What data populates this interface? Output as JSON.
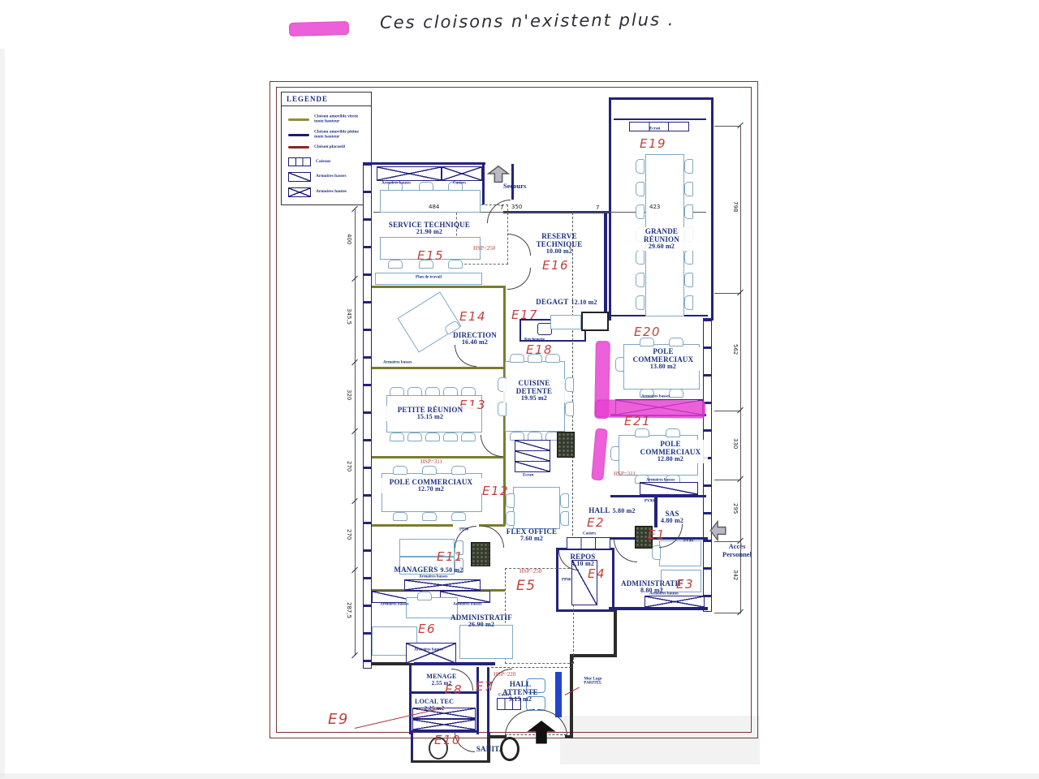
{
  "note": {
    "text": "Ces cloisons n'existent plus .",
    "highlight_color": "#e83fd1"
  },
  "legend": {
    "title": "LEGENDE",
    "items": [
      {
        "label": "Cloison amovible vitrée toute hauteur",
        "swatch": "olive-line"
      },
      {
        "label": "Cloison amovible pleine toute hauteur",
        "swatch": "navy-line"
      },
      {
        "label": "Cloison placostil",
        "swatch": "red-line"
      },
      {
        "label": "Caisson",
        "swatch": "caisson"
      },
      {
        "label": "Armoires basses",
        "swatch": "diagonal-box"
      },
      {
        "label": "Armoires hautes",
        "swatch": "crossed-box"
      }
    ]
  },
  "rooms": {
    "e15": {
      "name": "SERVICE TECHNIQUE",
      "area": "21.90 m2",
      "tag": "E15"
    },
    "e16": {
      "name": "RESERVE TECHNIQUE",
      "area": "10.00 m2",
      "tag": "E16"
    },
    "e19": {
      "name": "GRANDE RÉUNION",
      "area": "29.60 m2",
      "tag": "E19"
    },
    "e17": {
      "name": "DEGAGT",
      "area": "12.10 m2",
      "tag": "E17"
    },
    "e14": {
      "name": "DIRECTION",
      "area": "16.40 m2",
      "tag": "E14"
    },
    "e18": {
      "name": "CUISINE DETENTE",
      "area": "19.95 m2",
      "tag": "E18"
    },
    "e20": {
      "name": "POLE COMMERCIAUX",
      "area": "13.80 m2",
      "tag": "E20"
    },
    "e13": {
      "name": "PETITE RÉUNION",
      "area": "15.15 m2",
      "tag": "E13"
    },
    "e21": {
      "name": "POLE COMMERCIAUX",
      "area": "12.80 m2",
      "tag": "E21"
    },
    "e12": {
      "name": "POLE COMMERCIAUX",
      "area": "12.70 m2",
      "tag": "E12"
    },
    "flex": {
      "name": "FLEX OFFICE",
      "area": "7.60 m2",
      "tag": ""
    },
    "e2": {
      "name": "HALL",
      "area": "5.80 m2",
      "tag": "E2"
    },
    "e1": {
      "name": "SAS",
      "area": "4.80 m2",
      "tag": "E1"
    },
    "e11": {
      "name": "MANAGERS",
      "area": "9.50 m2",
      "tag": "E11"
    },
    "e4": {
      "name": "REPOS",
      "area": "4.10 m2",
      "tag": "E4"
    },
    "e3": {
      "name": "ADMINISTRATIF",
      "area": "8.80 m2",
      "tag": "E3"
    },
    "e6": {
      "name": "ADMINISTRATIF",
      "area": "26.90 m2",
      "tag": "E6"
    },
    "e8": {
      "name": "MENAGE",
      "area": "2.55 m2",
      "tag": "E8"
    },
    "e9": {
      "name": "LOCAL TEC",
      "area": "2.25 m2",
      "tag": "E9"
    },
    "e7": {
      "name": "HALL ATTENTE",
      "area": "9.15 m2",
      "tag": "E7"
    },
    "e5": {
      "name": "",
      "area": "",
      "tag": "E5"
    },
    "e10": {
      "name": "SANIT.",
      "area": "",
      "tag": "E10"
    }
  },
  "hsp": {
    "h250_top": "HSP=250",
    "h311_left": "HSP=311",
    "h311_right": "HSP=311",
    "h250_mid": "HSP=250",
    "h220": "HSP=220"
  },
  "markers": {
    "secours": "Secours",
    "acces_line1": "Accès",
    "acces_line2": "Personnel",
    "mur_logo": "Mur Logo PARITEL"
  },
  "furniture_labels": {
    "armoires_hautes": "Armoires hautes",
    "armoires_basses": "Armoires basses",
    "casiers": "Casiers",
    "ecran": "Ecran",
    "kitchenette": "Kitchenette",
    "plan_de_travail": "Plan de travail",
    "pp80": "PP80",
    "pv90": "PV90"
  },
  "dimensions": {
    "left": [
      "400",
      "345,5",
      "320",
      "270",
      "270",
      "287,5"
    ],
    "right": [
      "798",
      "562",
      "330",
      "295",
      "342"
    ],
    "top": [
      "484",
      "350",
      "423"
    ],
    "ticks": [
      "7",
      "7"
    ]
  },
  "colors": {
    "highlighter": "#e83fd1",
    "wall_navy": "#23237c",
    "wall_olive": "#7b7b2d",
    "frame_maroon": "#7a3434",
    "label_blue": "#1b2f7e",
    "tag_red": "#c2403d"
  }
}
